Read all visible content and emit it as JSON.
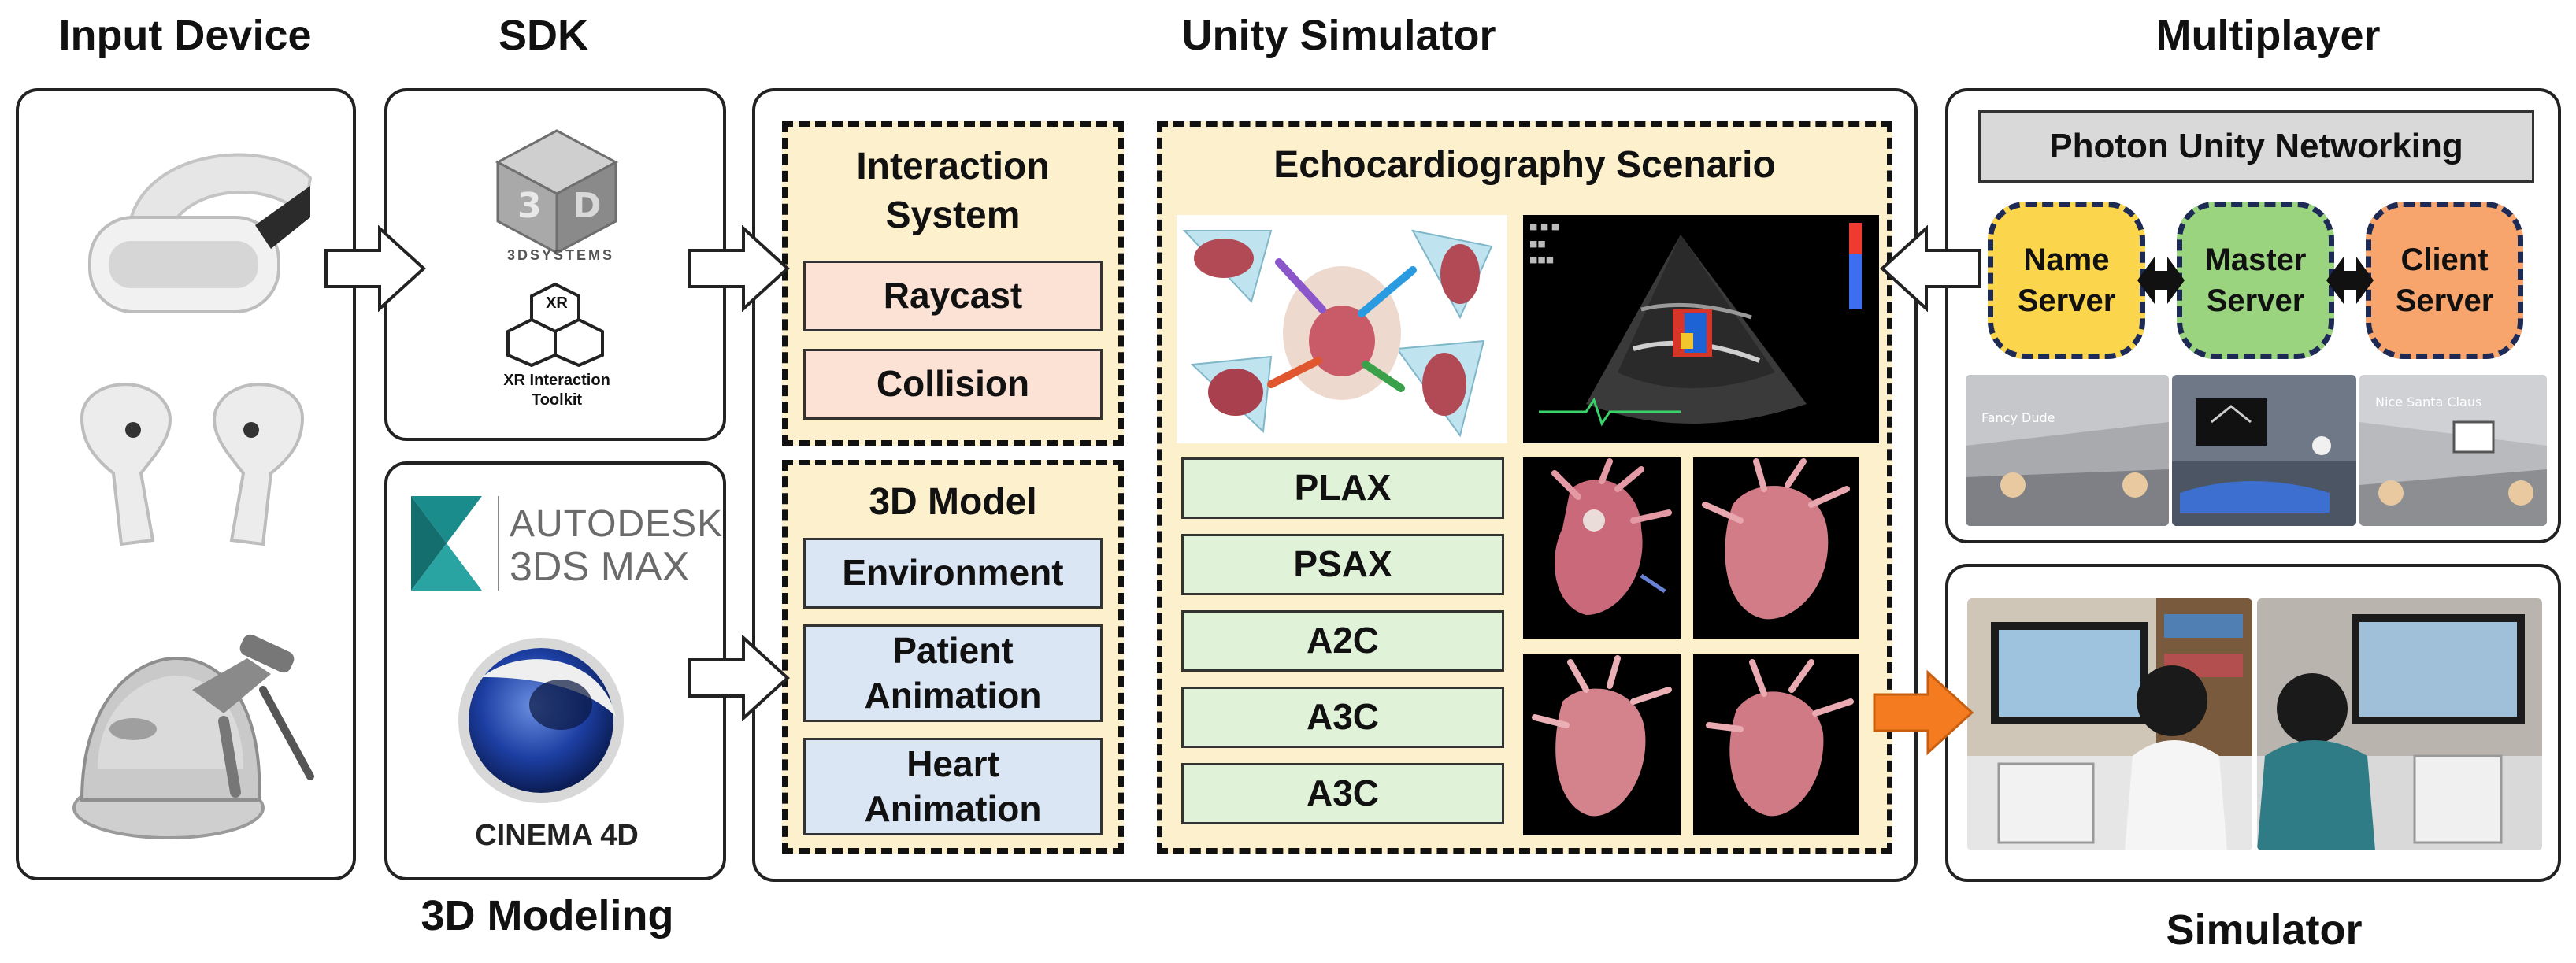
{
  "headings": {
    "input_device": "Input Device",
    "sdk": "SDK",
    "unity_simulator": "Unity Simulator",
    "multiplayer": "Multiplayer",
    "modeling_3d": "3D Modeling",
    "simulator": "Simulator"
  },
  "sdk": {
    "systems_text": "3DSYSTEMS",
    "xr_badge": "XR",
    "xr_title_line1": "XR Interaction",
    "xr_title_line2": "Toolkit"
  },
  "modeling": {
    "autodesk": "AUTODESK",
    "max": "3DS MAX",
    "cinema": "CINEMA 4D"
  },
  "interaction": {
    "title_line1": "Interaction",
    "title_line2": "System",
    "items": [
      "Raycast",
      "Collision"
    ]
  },
  "model3d": {
    "title": "3D Model",
    "items": [
      {
        "line1": "Environment",
        "line2": ""
      },
      {
        "line1": "Patient",
        "line2": "Animation"
      },
      {
        "line1": "Heart",
        "line2": "Animation"
      }
    ]
  },
  "echo": {
    "title": "Echocardiography Scenario",
    "views": [
      "PLAX",
      "PSAX",
      "A2C",
      "A3C",
      "A3C"
    ]
  },
  "multiplayer": {
    "network": "Photon Unity Networking",
    "servers": [
      {
        "line1": "Name",
        "line2": "Server",
        "color": "#fbd54c"
      },
      {
        "line1": "Master",
        "line2": "Server",
        "color": "#9ad47f"
      },
      {
        "line1": "Client",
        "line2": "Server",
        "color": "#f7a56c"
      }
    ],
    "avatar_labels": [
      "Fancy Dude",
      "Nice Santa Claus"
    ]
  },
  "colors": {
    "interaction_item": "#fbe2d5",
    "model_item": "#dbe6f5",
    "view_item": "#e0f2d8",
    "dashed_fill": "#fdf0cc",
    "arrow_orange": "#f47b20"
  }
}
